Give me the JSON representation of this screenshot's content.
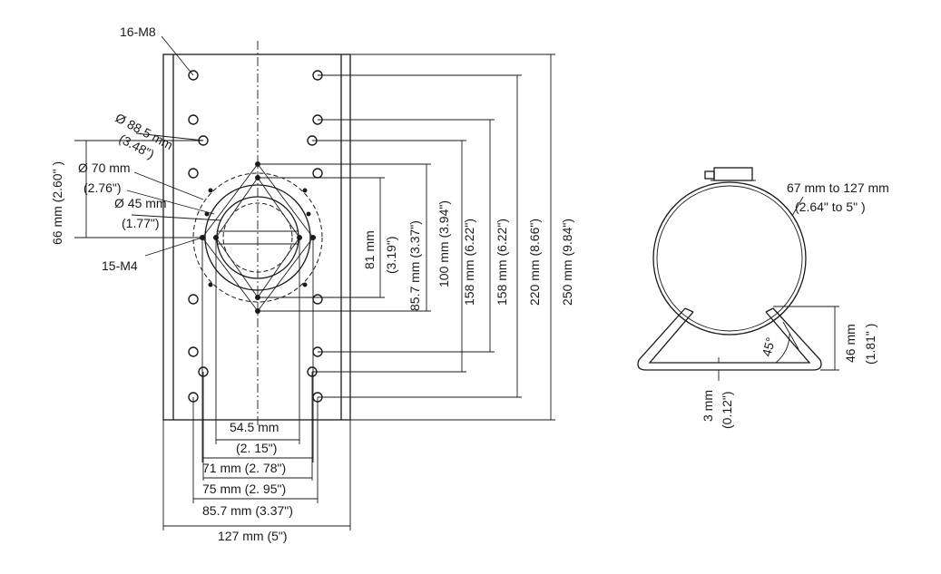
{
  "front_view": {
    "labels": {
      "holes_m8": "16-M8",
      "holes_m4": "15-M4",
      "dia_88": "Ø 88.5 mm",
      "dia_88_in": "(3.48\")",
      "dia_70": "Ø 70 mm",
      "dia_70_in": "(2.76\")",
      "dia_45": "Ø 45 mm",
      "dia_45_in": "(1.77\")",
      "h66": "66 mm (2.60\" )",
      "v81": "81 mm",
      "v81_in": "(3.19\")",
      "v85": "85.7 mm (3.37\")",
      "v100": "100 mm (3.94\")",
      "v158a": "158 mm (6.22\")",
      "v158b": "158 mm (6.22\")",
      "v220": "220 mm (8.66\")",
      "v250": "250 mm (9.84\")",
      "w54": "54.5 mm",
      "w54_in": "(2. 15\")",
      "w71": "71 mm (2. 78\")",
      "w75": "75 mm (2. 95\")",
      "w85": "85.7 mm (3.37\")",
      "w127": "127 mm (5\")"
    }
  },
  "side_view": {
    "labels": {
      "clamp_range": "67 mm to 127 mm",
      "clamp_range_in": "(2.64\" to 5\" )",
      "angle": "45°",
      "h46": "46 mm",
      "h46_in": "(1.81\" )",
      "t3": "3 mm",
      "t3_in": "(0.12\")"
    }
  }
}
